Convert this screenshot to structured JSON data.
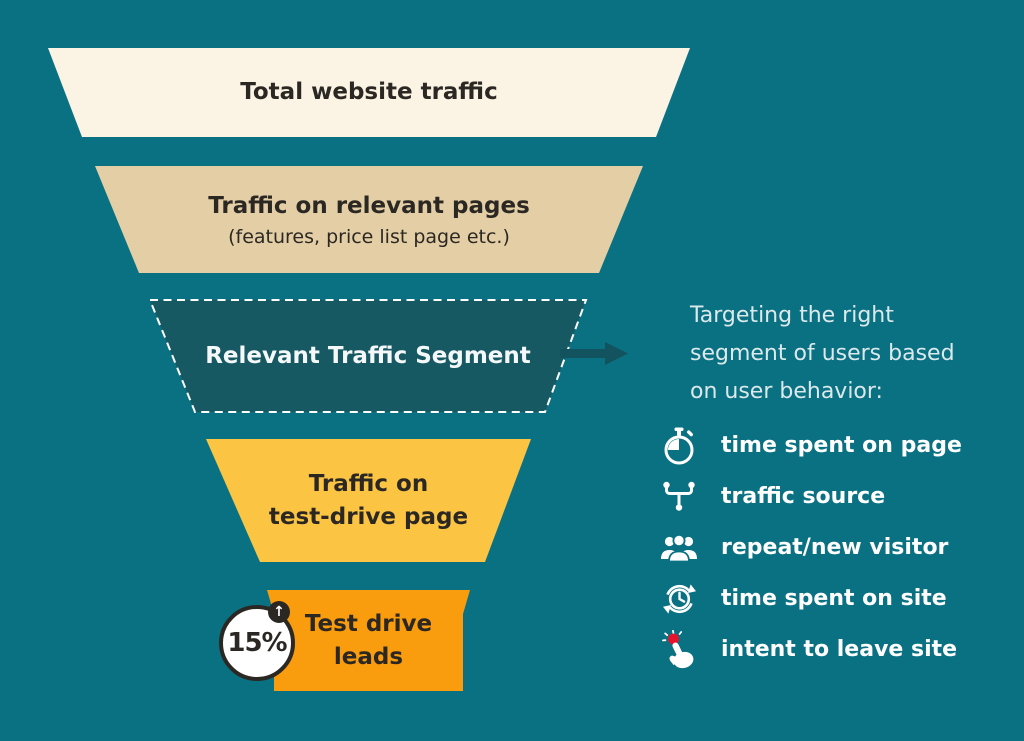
{
  "title": "Website traffic funnel infographic",
  "colors": {
    "background": "#0A7183",
    "stage1_fill": "#FBF4E4",
    "stage2_fill": "#E4CEA5",
    "stage3_fill": "#175963",
    "stage4_fill": "#FCC443",
    "stage5_fill": "#F99C0D",
    "arrow": "#135360",
    "dashed_border": "#FFFFFF",
    "dark_text": "#2B2824",
    "light_text": "#FFFFFF",
    "heading_text": "#DCE9EB",
    "badge_fill": "#FFFFFF",
    "badge_border": "#2B2824",
    "click_red": "#E5132B"
  },
  "funnel": {
    "stages": [
      {
        "label": "Total website traffic"
      },
      {
        "label": "Traffic on relevant pages",
        "sublabel": "(features, price list page etc.)"
      },
      {
        "label": "Relevant Traffic Segment"
      },
      {
        "label": "Traffic on\ntest-drive page"
      },
      {
        "label": "Test drive\nleads"
      }
    ]
  },
  "badge": {
    "value": "15%",
    "direction": "↑"
  },
  "annotation": {
    "heading": "Targeting the right\nsegment of users based\non user behavior:",
    "items": [
      {
        "icon": "stopwatch-icon",
        "label": "time spent on page"
      },
      {
        "icon": "traffic-source-icon",
        "label": "traffic source"
      },
      {
        "icon": "visitors-icon",
        "label": "repeat/new visitor"
      },
      {
        "icon": "time-on-site-icon",
        "label": "time spent on site"
      },
      {
        "icon": "click-intent-icon",
        "label": "intent to leave site"
      }
    ]
  }
}
